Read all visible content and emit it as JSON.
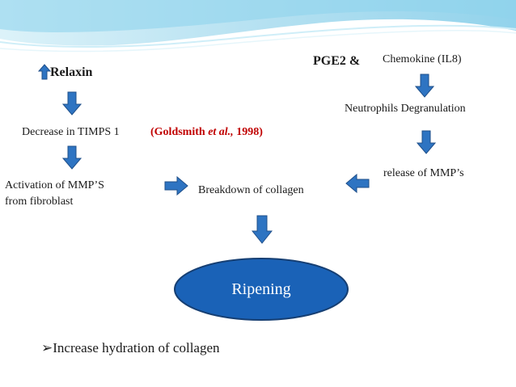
{
  "left_chain": {
    "relaxin_label": "Relaxin",
    "step1": "Decrease in TIMPS 1",
    "citation_author": "Goldsmith",
    "citation_etal": "et al.,",
    "citation_year": "1998)",
    "citation_open": "(",
    "step2_line1": "Activation of MMP’S",
    "step2_line2": "from  fibroblast"
  },
  "right_chain": {
    "pge2_label": "PGE2 &",
    "chemokine": "Chemokine (IL8)",
    "neutrophils": "Neutrophils Degranulation",
    "release": "release of MMP’s"
  },
  "center": {
    "breakdown": "Breakdown of collagen",
    "ripening": "Ripening"
  },
  "bullet": {
    "marker": "➢",
    "text": "Increase hydration of collagen"
  },
  "colors": {
    "arrow_fill": "#2e74c2",
    "arrow_stroke": "#1f4f8a",
    "ellipse_fill": "#1a62b7",
    "ellipse_stroke": "#163f73",
    "citation": "#c00000",
    "wave": "#a9dcef"
  }
}
